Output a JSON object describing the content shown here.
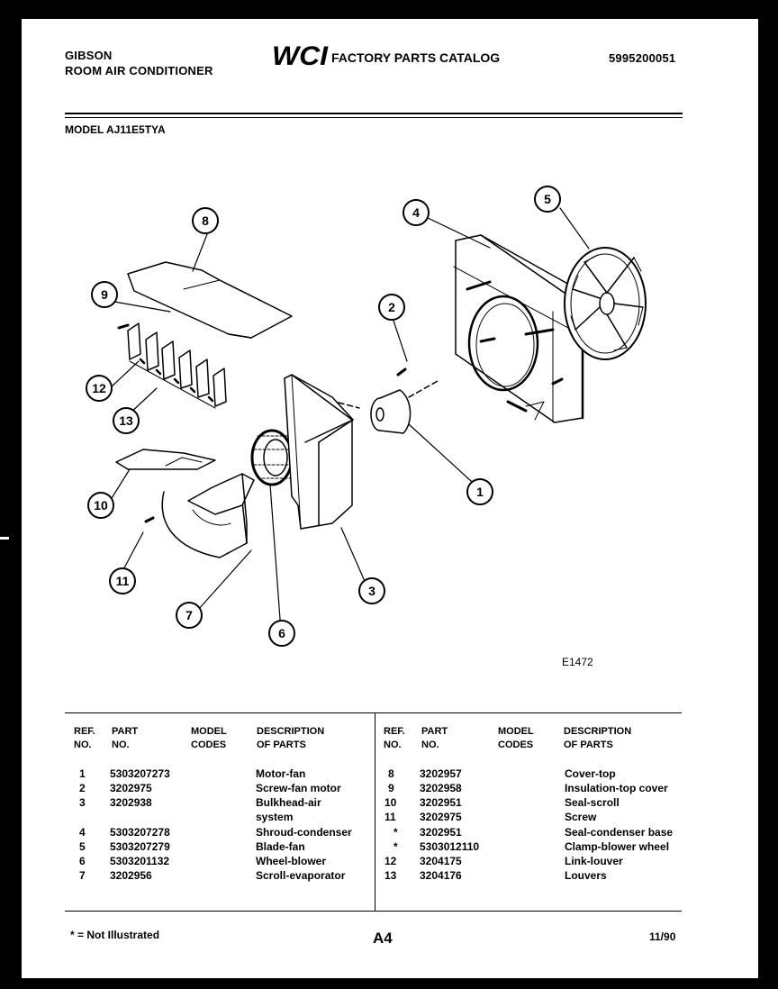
{
  "header": {
    "brand_line1": "GIBSON",
    "brand_line2": "ROOM AIR CONDITIONER",
    "logo_text": "WCI",
    "catalog_title": "FACTORY PARTS CATALOG",
    "catalog_number": "5995200051",
    "model_label": "MODEL AJ11E5TYA"
  },
  "diagram": {
    "code": "E1472",
    "callouts": [
      "1",
      "2",
      "3",
      "4",
      "5",
      "6",
      "7",
      "8",
      "9",
      "10",
      "11",
      "12",
      "13"
    ]
  },
  "table": {
    "headers": {
      "ref_line1": "REF.",
      "ref_line2": "NO.",
      "part_line1": "PART",
      "part_line2": "NO.",
      "model_line1": "MODEL",
      "model_line2": "CODES",
      "desc_line1": "DESCRIPTION",
      "desc_line2": "OF PARTS"
    },
    "left_rows": [
      {
        "ref": "1",
        "part": "5303207273",
        "desc": "Motor-fan"
      },
      {
        "ref": "2",
        "part": "3202975",
        "desc": "Screw-fan motor"
      },
      {
        "ref": "3",
        "part": "3202938",
        "desc": "Bulkhead-air"
      },
      {
        "ref": "",
        "part": "",
        "desc": "system"
      },
      {
        "ref": "4",
        "part": "5303207278",
        "desc": "Shroud-condenser"
      },
      {
        "ref": "5",
        "part": "5303207279",
        "desc": "Blade-fan"
      },
      {
        "ref": "6",
        "part": "5303201132",
        "desc": "Wheel-blower"
      },
      {
        "ref": "7",
        "part": "3202956",
        "desc": "Scroll-evaporator"
      }
    ],
    "right_rows": [
      {
        "ref": "8",
        "part": "3202957",
        "desc": "Cover-top"
      },
      {
        "ref": "9",
        "part": "3202958",
        "desc": "Insulation-top cover"
      },
      {
        "ref": "10",
        "part": "3202951",
        "desc": "Seal-scroll"
      },
      {
        "ref": "11",
        "part": "3202975",
        "desc": "Screw"
      },
      {
        "ref": "*",
        "part": "3202951",
        "desc": "Seal-condenser base"
      },
      {
        "ref": "*",
        "part": "5303012110",
        "desc": "Clamp-blower wheel"
      },
      {
        "ref": "12",
        "part": "3204175",
        "desc": "Link-louver"
      },
      {
        "ref": "13",
        "part": "3204176",
        "desc": "Louvers"
      }
    ]
  },
  "footer": {
    "note": "* = Not Illustrated",
    "page": "A4",
    "date": "11/90"
  }
}
